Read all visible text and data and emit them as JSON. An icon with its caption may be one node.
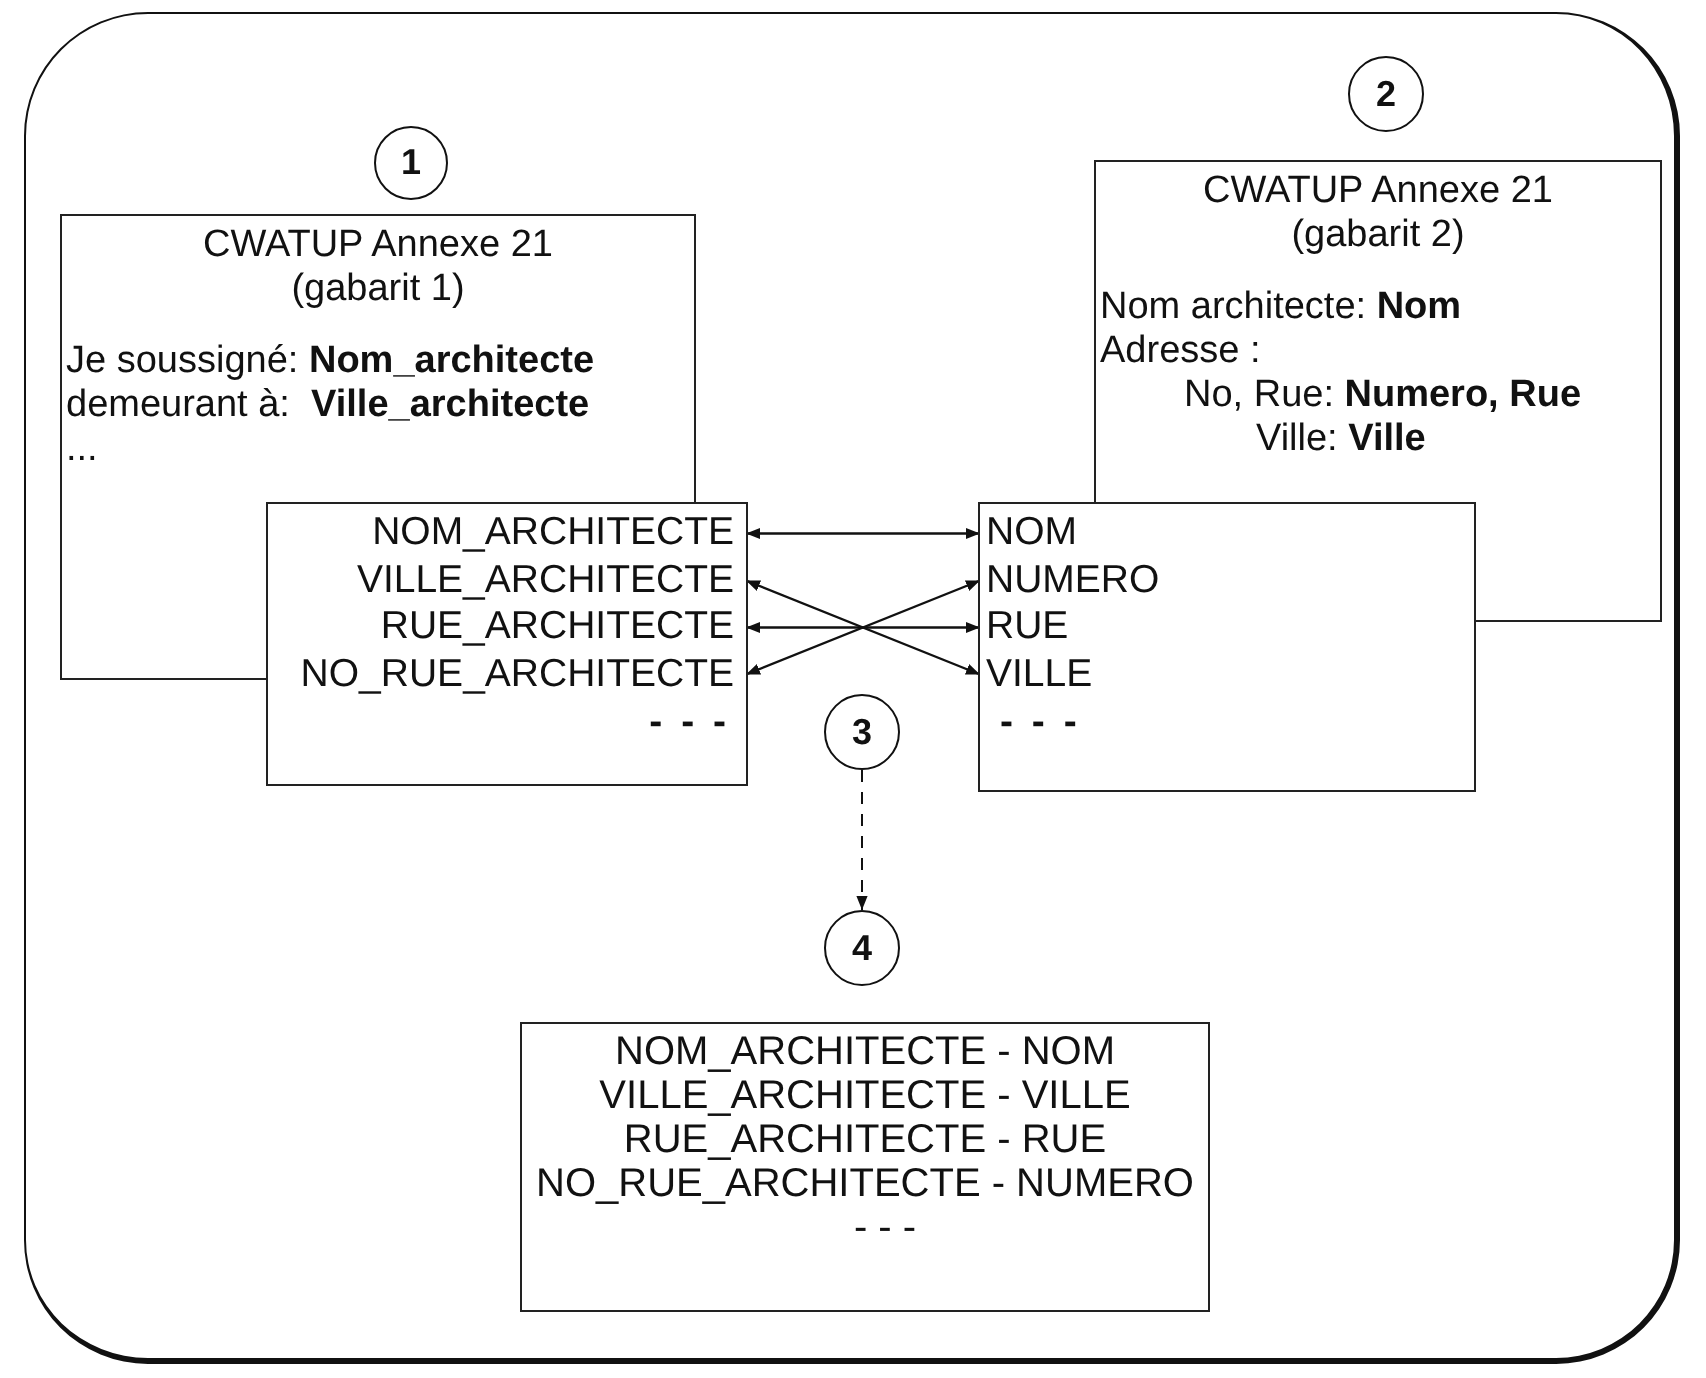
{
  "diagram": {
    "nodes": [
      {
        "text": [
          "1"
        ]
      },
      {
        "text": [
          "CWATUP Annexe 21 (gabarit 1)",
          "Je soussigné: **Nom_architecte**",
          "demeurant à:  **Ville_architecte**",
          "..."
        ]
      },
      {
        "text": [
          "- - -"
        ]
      },
      {
        "text": [
          "NOM_ARCHITECTE"
        ],
        "in": 2
      },
      {
        "text": [
          "VILLE_ARCHITECTE"
        ],
        "in": 2
      },
      {
        "text": [
          "RUE_ARCHITECTE"
        ],
        "in": 2
      },
      {
        "text": [
          "NO_RUE_ARCHITECTE"
        ],
        "in": 2
      },
      {
        "text": [
          "2"
        ]
      },
      {
        "text": [
          "CWATUP Annexe 21 (gabarit 2)",
          "Nom architecte: **Nom**",
          "Adresse :",
          "No, Rue: **Numero, Rue**",
          "Ville: **Ville**"
        ]
      },
      {
        "text": [
          "- - -"
        ]
      },
      {
        "text": [
          "NOM"
        ],
        "in": 9
      },
      {
        "text": [
          "NUMERO"
        ],
        "in": 9
      },
      {
        "text": [
          "RUE"
        ],
        "in": 9
      },
      {
        "text": [
          "VILLE"
        ],
        "in": 9
      },
      {
        "text": [
          "3"
        ]
      },
      {
        "text": [
          "4"
        ]
      },
      {
        "text": [
          "NOM_ARCHITECTE - NOM",
          "VILLE_ARCHITECTE - VILLE",
          "RUE_ARCHITECTE - RUE",
          "NO_RUE_ARCHITECTE - NUMERO",
          "- - -"
        ]
      }
    ],
    "edges": [
      {
        "from": 3,
        "to": 10,
        "arrow": "both"
      },
      {
        "from": 4,
        "to": 13,
        "arrow": "both"
      },
      {
        "from": 5,
        "to": 12,
        "arrow": "both"
      },
      {
        "from": 6,
        "to": 11,
        "arrow": "both"
      },
      {
        "from": 14,
        "to": 15,
        "arrow": "to",
        "style": "dashed"
      }
    ]
  }
}
